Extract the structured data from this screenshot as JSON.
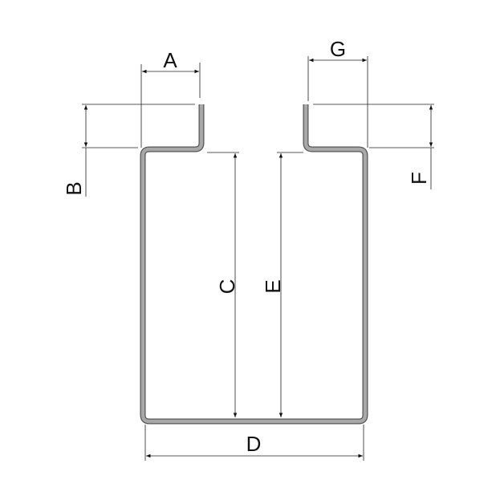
{
  "diagram": {
    "labels": {
      "A": "A",
      "B": "B",
      "C": "C",
      "D": "D",
      "E": "E",
      "F": "F",
      "G": "G"
    },
    "colors": {
      "profile_fill": "#a8a8a8",
      "profile_edge": "#555555",
      "line": "#222222"
    }
  }
}
